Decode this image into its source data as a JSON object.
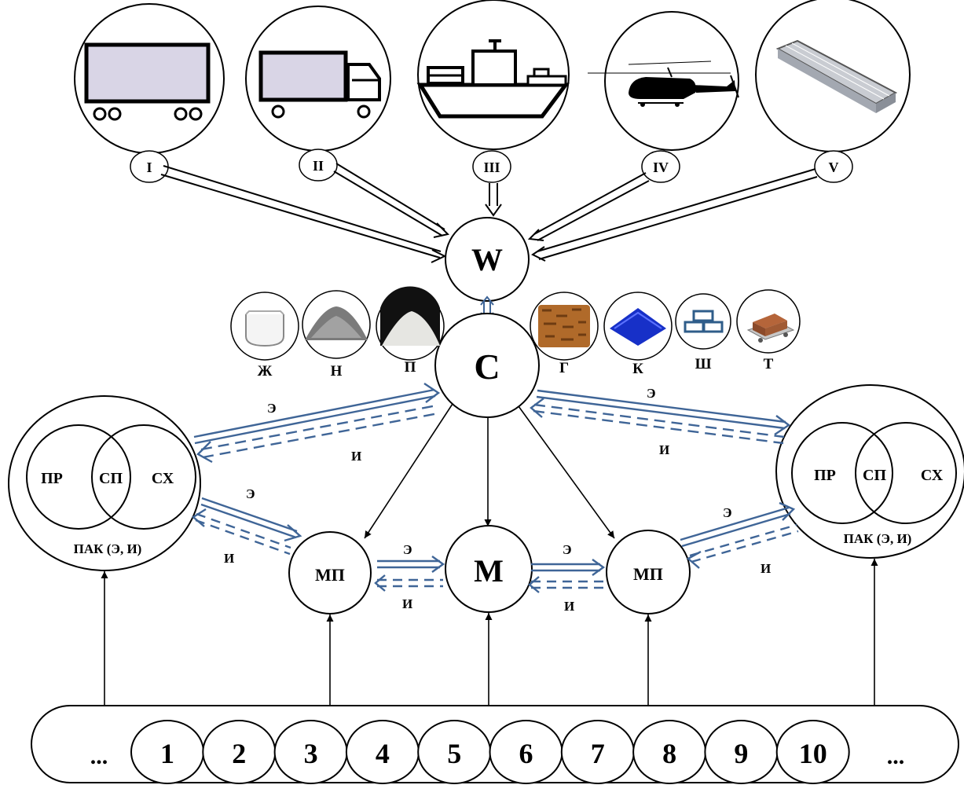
{
  "transport": [
    {
      "id": "I",
      "icon": "semi-trailer-icon"
    },
    {
      "id": "II",
      "icon": "truck-icon"
    },
    {
      "id": "III",
      "icon": "ship-icon"
    },
    {
      "id": "IV",
      "icon": "helicopter-icon"
    },
    {
      "id": "V",
      "icon": "roller-conveyor-icon"
    }
  ],
  "hub_w": "W",
  "center_c": "C",
  "cargo": [
    {
      "label": "Ж",
      "icon": "liquid-tank-icon"
    },
    {
      "label": "Н",
      "icon": "bulk-pile-icon"
    },
    {
      "label": "П",
      "icon": "powder-pile-icon"
    },
    {
      "label": "Г",
      "icon": "pellets-icon"
    },
    {
      "label": "К",
      "icon": "granules-icon"
    },
    {
      "label": "Ш",
      "icon": "piece-goods-icon"
    },
    {
      "label": "Т",
      "icon": "palletized-cargo-icon"
    }
  ],
  "left_complex": {
    "a": "ПР",
    "b": "СП",
    "c": "СХ",
    "caption": "ПАК (Э, И)"
  },
  "right_complex": {
    "a": "ПР",
    "b": "СП",
    "c": "СХ",
    "caption": "ПАК (Э, И)"
  },
  "mp_left": "МП",
  "m_center": "М",
  "mp_right": "МП",
  "flow_energy": "Э",
  "flow_info": "И",
  "colors": {
    "flow_arrow": "#3f6597",
    "line": "#000000"
  },
  "bottom_bar": {
    "ellipsis": "...",
    "items": [
      "1",
      "2",
      "3",
      "4",
      "5",
      "6",
      "7",
      "8",
      "9",
      "10"
    ]
  }
}
